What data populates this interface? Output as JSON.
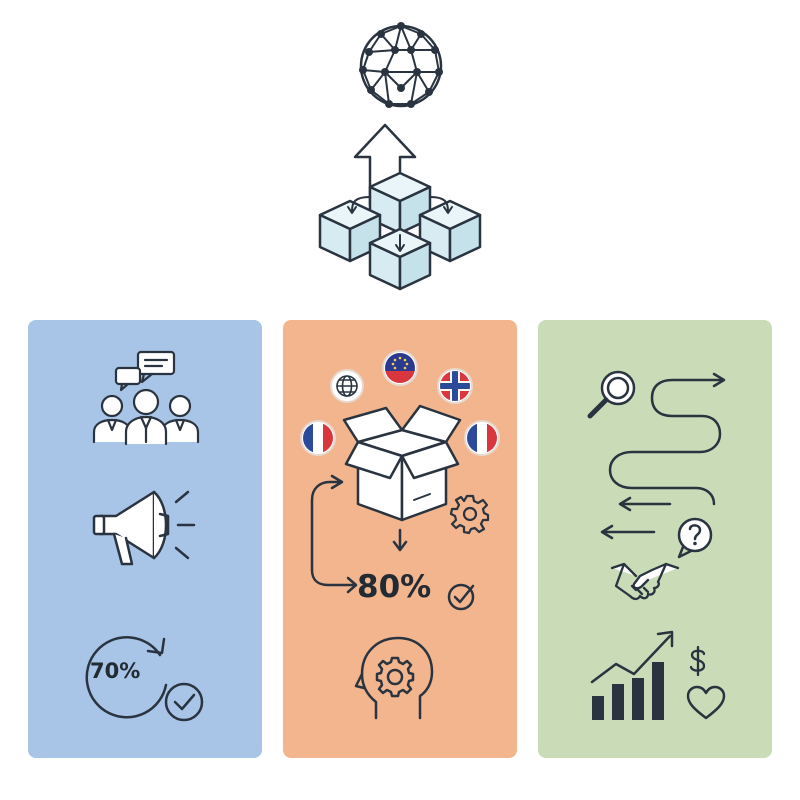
{
  "colors": {
    "panel_blue": "#a8c4e6",
    "panel_orange": "#f2b58d",
    "panel_green": "#c9dcb7",
    "stroke": "#2a3440",
    "cube_fill": "#d6ebf2"
  },
  "top": {
    "icons": [
      "network-globe-icon",
      "modular-cubes-upload-icon"
    ]
  },
  "panels": [
    {
      "color": "blue",
      "icons": [
        "team-chat-icon",
        "megaphone-icon",
        "cycle-arrow-icon",
        "check-circle-icon"
      ],
      "stat": "70%"
    },
    {
      "color": "orange",
      "icons": [
        "globe-flag-icon",
        "eu-flag-icon",
        "flag-icon",
        "open-box-icon",
        "gear-icon",
        "loop-arrow-icon",
        "check-circle-icon",
        "head-gear-icon"
      ],
      "stat": "80%"
    },
    {
      "color": "green",
      "icons": [
        "search-icon",
        "winding-path-icon",
        "question-bubble-icon",
        "handshake-icon",
        "bar-chart-growth-icon",
        "dollar-icon",
        "heart-icon"
      ]
    }
  ]
}
